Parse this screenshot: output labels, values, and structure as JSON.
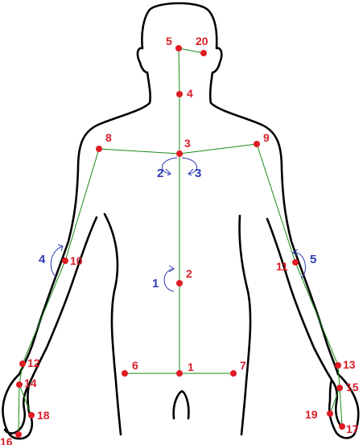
{
  "colors": {
    "outline": "#000000",
    "bone": "#1a8a1a",
    "joint": "#e01b24",
    "joint_label": "#d81e2a",
    "rotation": "#2d3bb5"
  },
  "joints": [
    {
      "id": "1",
      "label": "1"
    },
    {
      "id": "2",
      "label": "2"
    },
    {
      "id": "3",
      "label": "3"
    },
    {
      "id": "4",
      "label": "4"
    },
    {
      "id": "5",
      "label": "5"
    },
    {
      "id": "6",
      "label": "6"
    },
    {
      "id": "7",
      "label": "7"
    },
    {
      "id": "8",
      "label": "8"
    },
    {
      "id": "9",
      "label": "9"
    },
    {
      "id": "10",
      "label": "10"
    },
    {
      "id": "11",
      "label": "11"
    },
    {
      "id": "12",
      "label": "12"
    },
    {
      "id": "13",
      "label": "13"
    },
    {
      "id": "14",
      "label": "14"
    },
    {
      "id": "15",
      "label": "15"
    },
    {
      "id": "16",
      "label": "16"
    },
    {
      "id": "17",
      "label": "17"
    },
    {
      "id": "18",
      "label": "18"
    },
    {
      "id": "19",
      "label": "19"
    },
    {
      "id": "20",
      "label": "20"
    }
  ],
  "bones": [
    [
      "1",
      "2"
    ],
    [
      "2",
      "3"
    ],
    [
      "3",
      "4"
    ],
    [
      "4",
      "5"
    ],
    [
      "5",
      "20"
    ],
    [
      "1",
      "6"
    ],
    [
      "1",
      "7"
    ],
    [
      "3",
      "8"
    ],
    [
      "3",
      "9"
    ],
    [
      "8",
      "10"
    ],
    [
      "10",
      "12"
    ],
    [
      "12",
      "14"
    ],
    [
      "14",
      "16"
    ],
    [
      "14",
      "18"
    ],
    [
      "9",
      "11"
    ],
    [
      "11",
      "13"
    ],
    [
      "13",
      "15"
    ],
    [
      "15",
      "17"
    ],
    [
      "15",
      "19"
    ]
  ],
  "rotations": [
    {
      "id": "r1",
      "label": "1"
    },
    {
      "id": "r2",
      "label": "2"
    },
    {
      "id": "r3",
      "label": "3"
    },
    {
      "id": "r4",
      "label": "4"
    },
    {
      "id": "r5",
      "label": "5"
    }
  ]
}
